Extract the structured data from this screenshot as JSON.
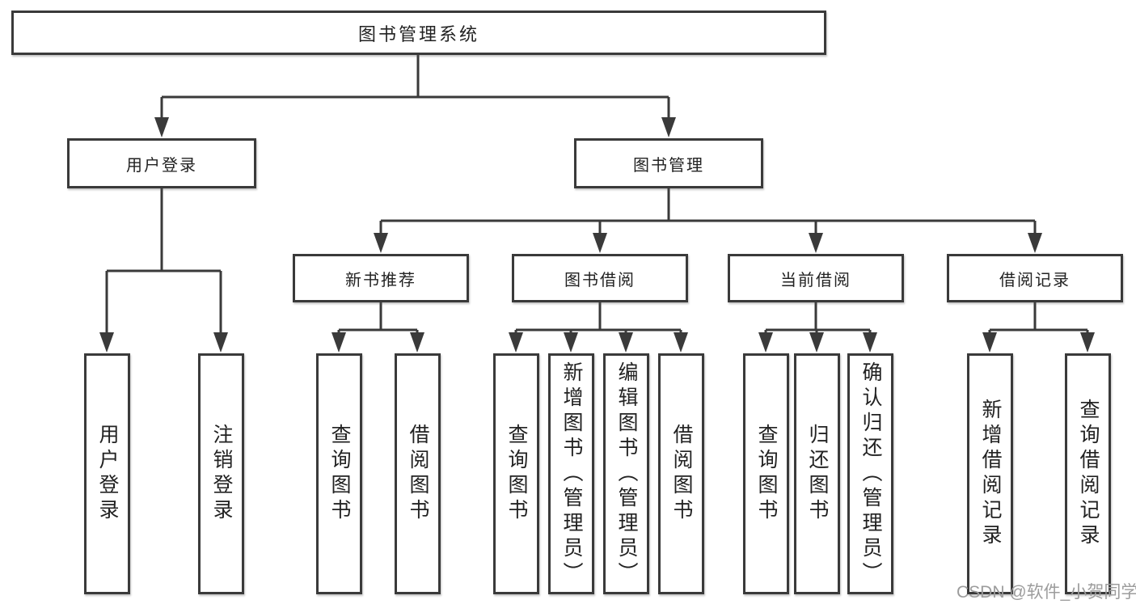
{
  "diagram": {
    "type": "hierarchy-tree",
    "root": {
      "id": "root",
      "label": "图书管理系统"
    },
    "level2": [
      {
        "id": "user-login",
        "label": "用户登录",
        "parent": "root"
      },
      {
        "id": "book-management",
        "label": "图书管理",
        "parent": "root"
      }
    ],
    "level3": [
      {
        "id": "new-book-recommend",
        "label": "新书推荐",
        "parent": "book-management"
      },
      {
        "id": "book-borrowing",
        "label": "图书借阅",
        "parent": "book-management"
      },
      {
        "id": "current-borrowing",
        "label": "当前借阅",
        "parent": "book-management"
      },
      {
        "id": "borrow-records",
        "label": "借阅记录",
        "parent": "book-management"
      }
    ],
    "leaves": [
      {
        "id": "leaf-user-login",
        "label": "用户登录",
        "parent": "user-login"
      },
      {
        "id": "leaf-logout",
        "label": "注销登录",
        "parent": "user-login"
      },
      {
        "id": "leaf-query-book-recommend",
        "label": "查询图书",
        "parent": "new-book-recommend"
      },
      {
        "id": "leaf-borrow-book-recommend",
        "label": "借阅图书",
        "parent": "new-book-recommend"
      },
      {
        "id": "leaf-query-book-borrowing",
        "label": "查询图书",
        "parent": "book-borrowing"
      },
      {
        "id": "leaf-add-book-admin",
        "label": "新增图书（管理员）",
        "parent": "book-borrowing"
      },
      {
        "id": "leaf-edit-book-admin",
        "label": "编辑图书（管理员）",
        "parent": "book-borrowing"
      },
      {
        "id": "leaf-borrow-book",
        "label": "借阅图书",
        "parent": "book-borrowing"
      },
      {
        "id": "leaf-query-book-current",
        "label": "查询图书",
        "parent": "current-borrowing"
      },
      {
        "id": "leaf-return-book",
        "label": "归还图书",
        "parent": "current-borrowing"
      },
      {
        "id": "leaf-confirm-return-admin",
        "label": "确认归还（管理员）",
        "parent": "current-borrowing"
      },
      {
        "id": "leaf-add-borrow-record",
        "label": "新增借阅记录",
        "parent": "borrow-records"
      },
      {
        "id": "leaf-query-borrow-record",
        "label": "查询借阅记录",
        "parent": "borrow-records"
      }
    ]
  },
  "watermark": {
    "text": "CSDN @软件_小贺同学",
    "color": "#9c9c9c"
  },
  "colors": {
    "background": "#ffffff",
    "box_border": "#3a3a3a",
    "box_fill": "#ffffff",
    "text": "#222222",
    "connector": "#3a3a3a"
  }
}
